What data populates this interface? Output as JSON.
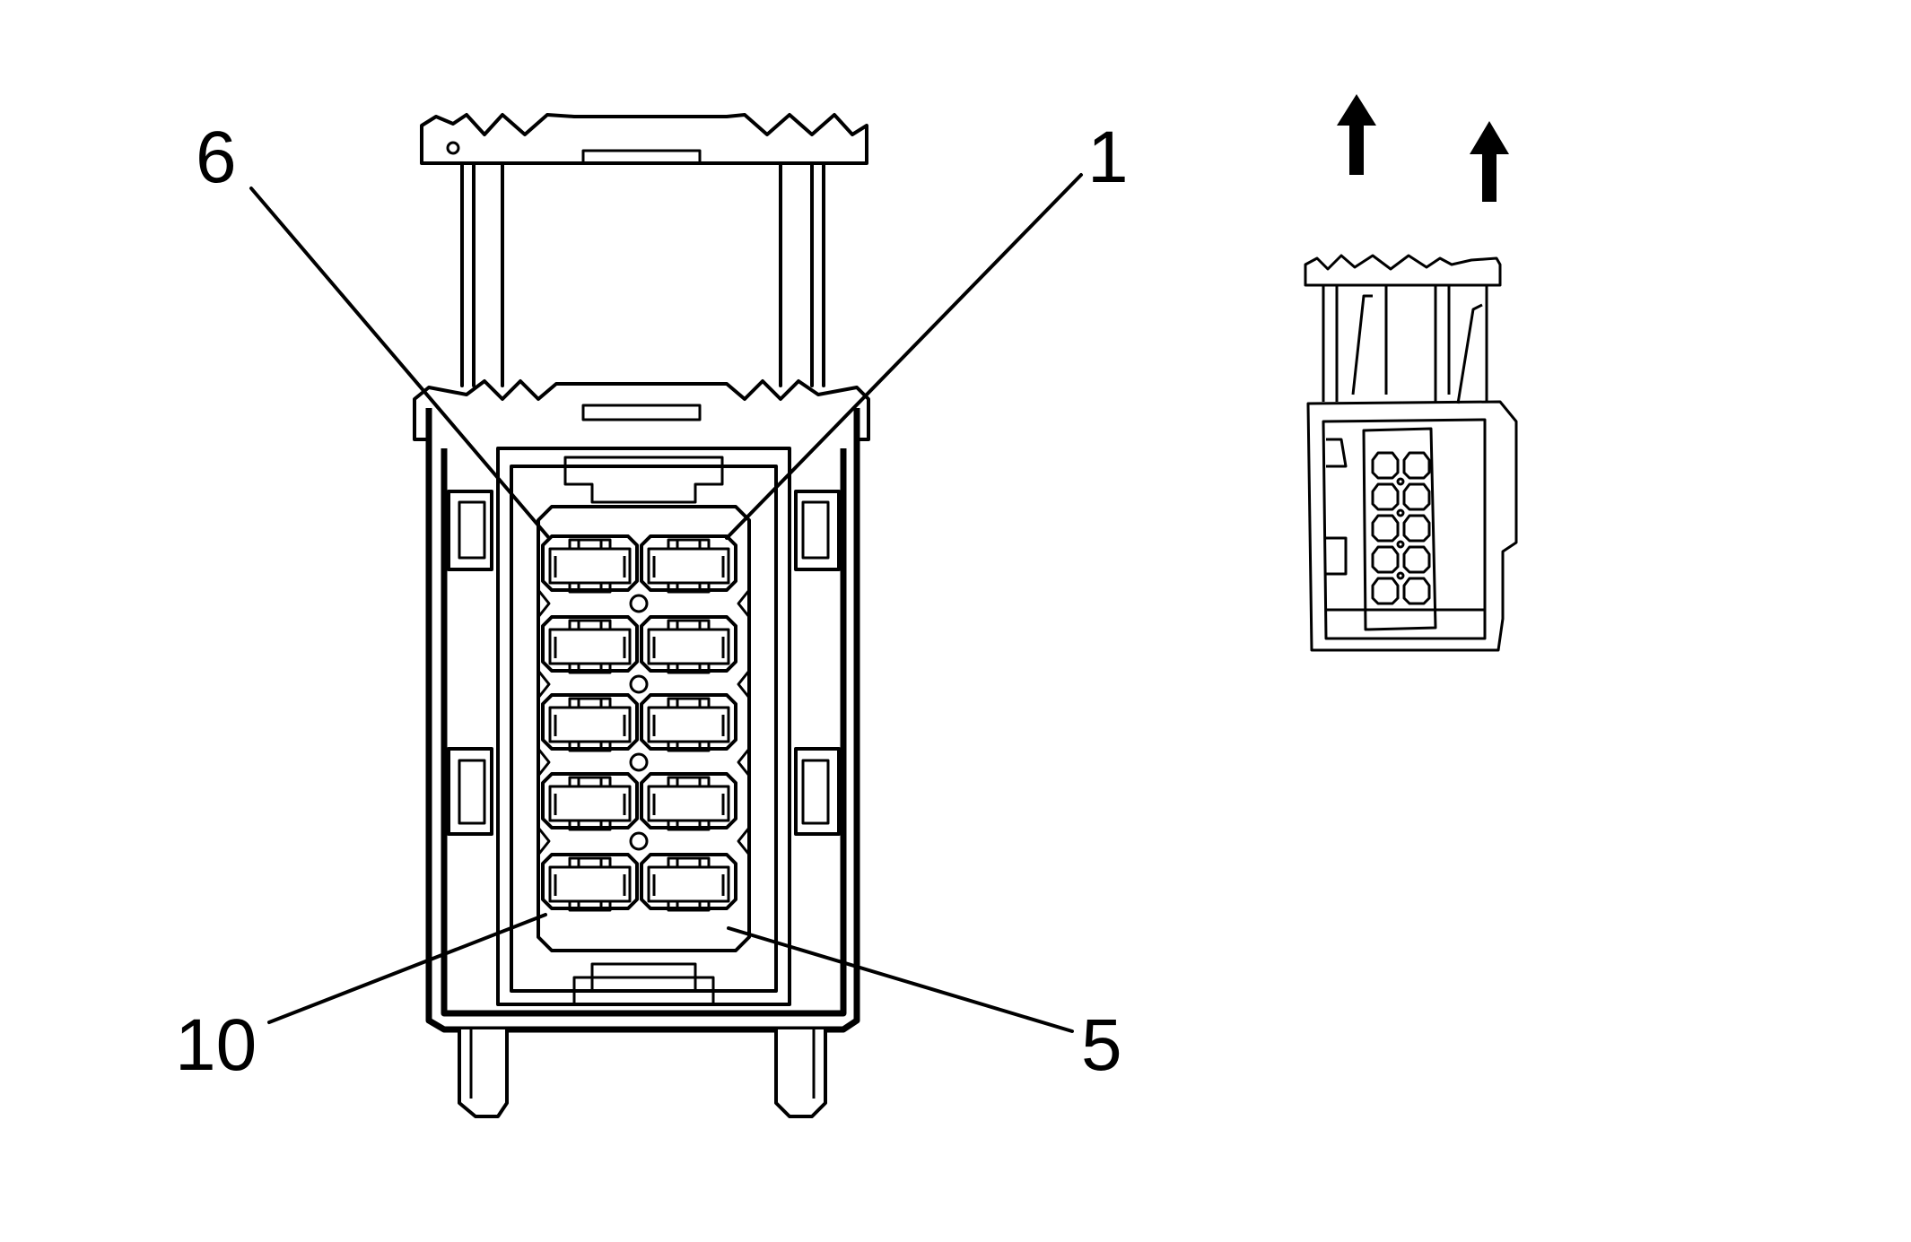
{
  "diagram": {
    "type": "connector-end-view",
    "pin_labels": {
      "top_left": "6",
      "top_right": "1",
      "bottom_left": "10",
      "bottom_right": "5"
    },
    "cavity_count": 10,
    "cavity_columns": 2,
    "cavity_rows": 5,
    "line_color": "#000000",
    "background_color": "#ffffff",
    "insertion_direction_icon": "up-arrow-icon"
  }
}
